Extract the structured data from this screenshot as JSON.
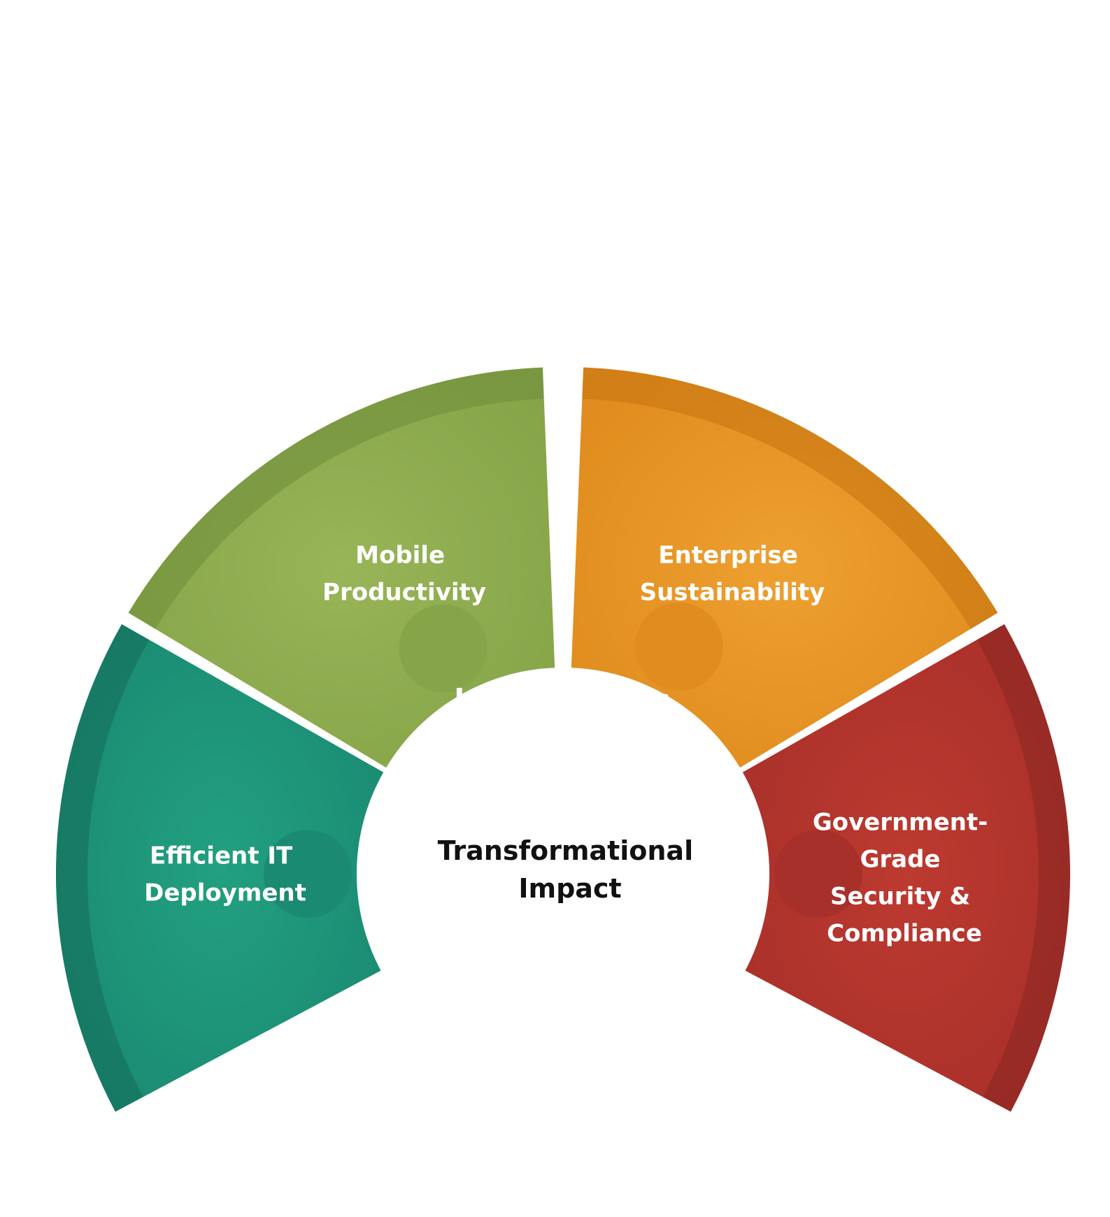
{
  "center": {
    "lines": [
      "Transformational",
      "Impact"
    ]
  },
  "segments": [
    {
      "key": "a",
      "letter": "a",
      "lines": [
        "Efficient IT",
        "Deployment"
      ],
      "color": "#1a8a72",
      "color_light": "#22a080",
      "color_dark": "#146b58"
    },
    {
      "key": "b",
      "letter": "b",
      "lines": [
        "Mobile",
        "Productivity"
      ],
      "color": "#86a548",
      "color_light": "#98b558",
      "color_dark": "#6f8d3a"
    },
    {
      "key": "c",
      "letter": "c",
      "lines": [
        "Enterprise",
        "Sustainability"
      ],
      "color": "#e08c1e",
      "color_light": "#eda030",
      "color_dark": "#c47410"
    },
    {
      "key": "d",
      "letter": "d",
      "lines": [
        "Government-",
        "Grade",
        "Security &",
        "Compliance"
      ],
      "color": "#a8302a",
      "color_light": "#bd3a30",
      "color_dark": "#8a2622"
    }
  ]
}
